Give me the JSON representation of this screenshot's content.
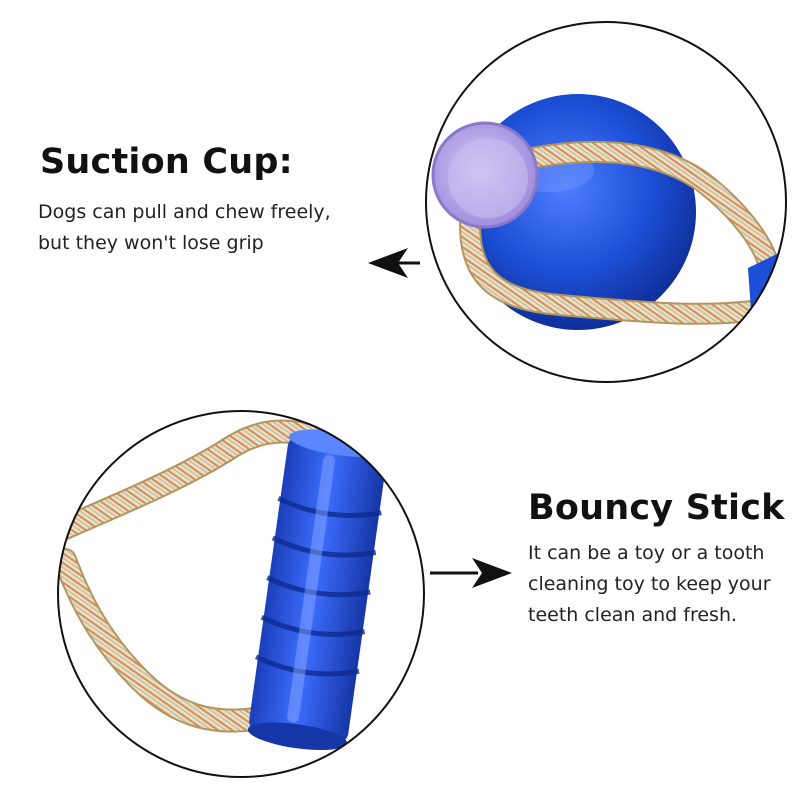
{
  "suction_cup": {
    "heading": "Suction Cup:",
    "description": "Dogs can pull and chew freely,\nbut they won't lose grip"
  },
  "bouncy_stick": {
    "heading": "Bouncy Stick :",
    "description": "It can be a toy or a tooth\ncleaning toy to keep your\n teeth clean and fresh."
  },
  "colors": {
    "toy_blue": "#1c4fd6",
    "rope": "#e8d7b0",
    "rope_weave": "#c9713a",
    "suction_cup": "#b9a7e6",
    "outline": "#111111"
  },
  "icons": [
    "left-arrow-icon",
    "right-arrow-icon"
  ]
}
